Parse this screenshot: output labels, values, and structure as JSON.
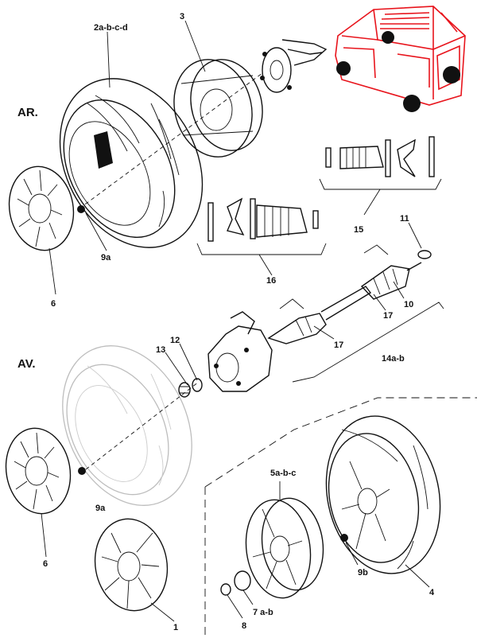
{
  "sections": {
    "rear": "AR.",
    "front": "AV."
  },
  "labels": {
    "tyre_rear": "2a-b-c-d",
    "rim_rear": "3",
    "hubcap_rear": "6",
    "nut_rear": "9a",
    "driveshaft_upper_kit": "15",
    "clip": "11",
    "driveshaft_lower_kit": "16",
    "boot_outer": "10",
    "boot_outer_2": "17",
    "joint_inner": "17",
    "driveshaft": "14a-b",
    "washer": "12",
    "hub_nut": "13",
    "hubcap_front": "6",
    "nut_front": "9a",
    "wheel_trim": "1",
    "alloy_rim": "5a-b-c",
    "center_cap": "7 a-b",
    "valve_cap": "8",
    "nut_alloy": "9b",
    "tyre_alloy": "4"
  },
  "colors": {
    "car_highlight": "#e8141c",
    "ink": "#111111",
    "ghost": "#bdbdbd"
  },
  "icons": {
    "car": "car-icon"
  }
}
